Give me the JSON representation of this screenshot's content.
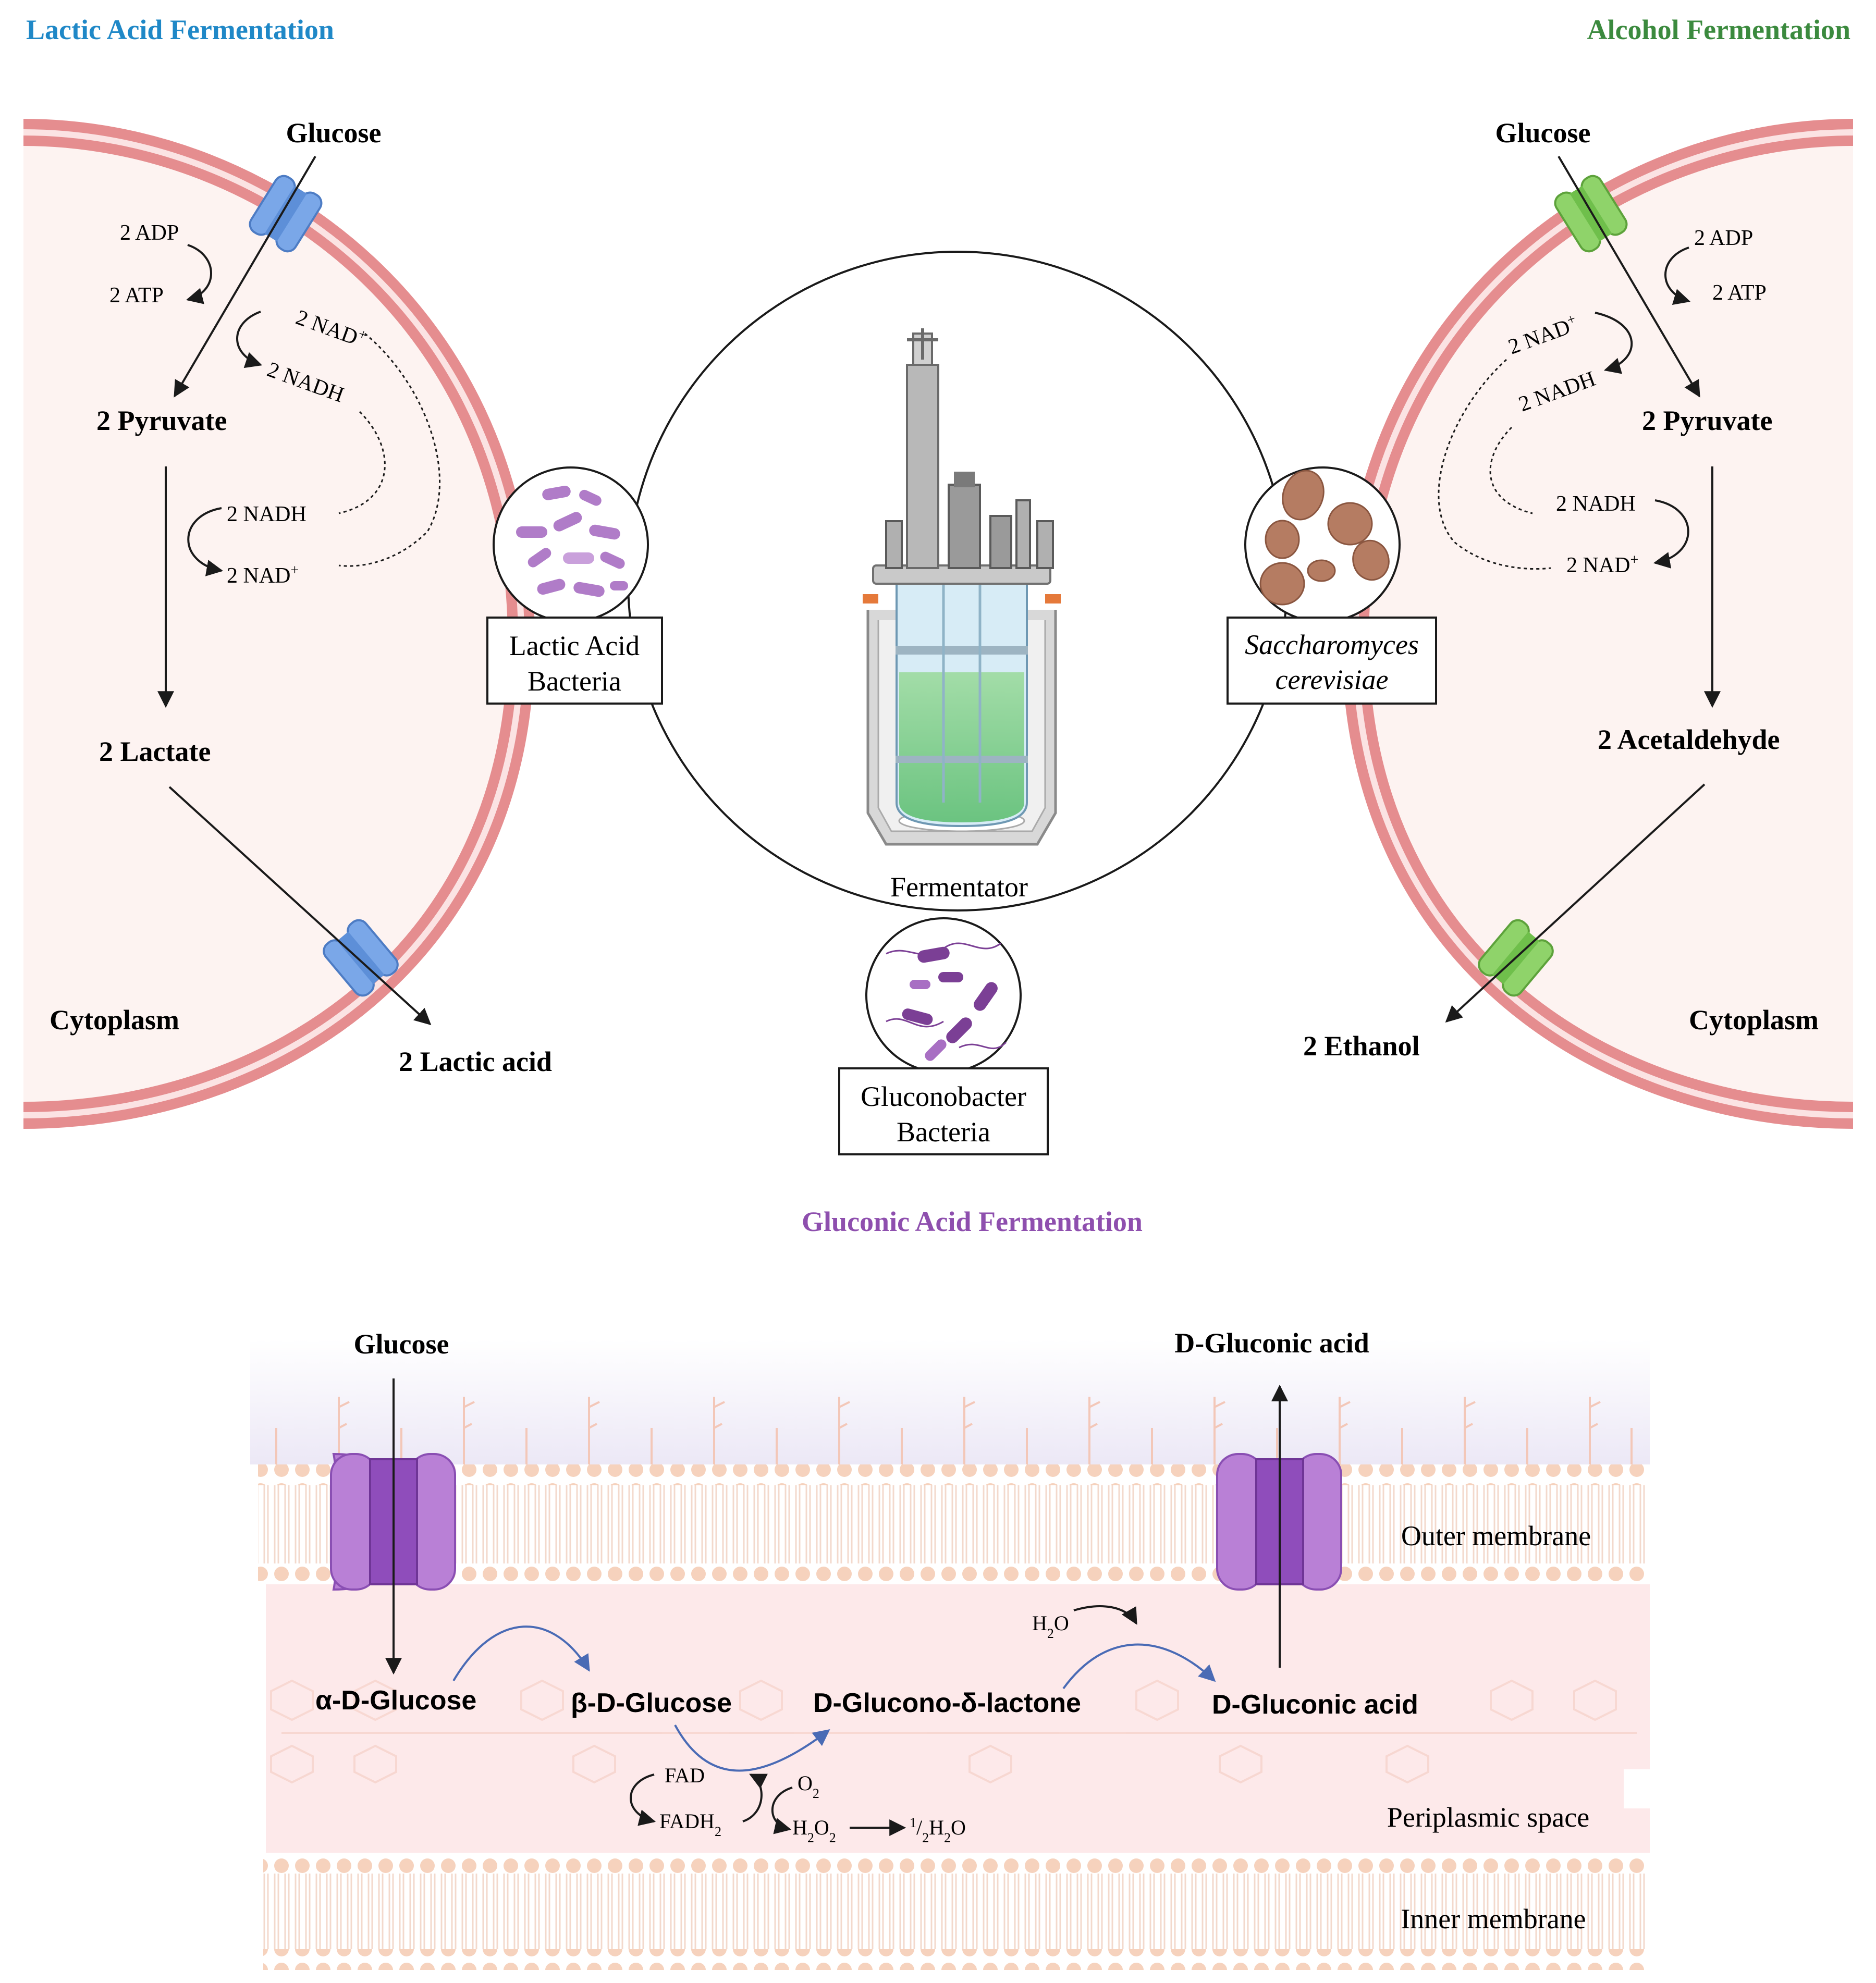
{
  "colors": {
    "lactic_title": "#1f88c7",
    "alcohol_title": "#3b8a3e",
    "gluconic_title": "#8e4fae",
    "membrane": "#e58d8f",
    "cytoplasm_fill": "#fdf3f1",
    "lactic_channel": "#7aa7e8",
    "alcohol_channel": "#8fd36a",
    "gluconic_channel": "#b980d6",
    "gluconic_channel_dark": "#8f4dbb",
    "fermentor_liquid": "#7fcf88",
    "yeast": "#b57c62",
    "bacteria_purple": "#b07cc8",
    "gluconobacter": "#7b3f95",
    "blue_arrow": "#4a6bb5",
    "periplasm_fill": "#fde9ea",
    "lipid": "#f6d2bd"
  },
  "icons": {
    "channel": "membrane-channel-icon",
    "fermentor": "bioreactor-icon",
    "lab": "rod-bacteria-icon",
    "yeast": "yeast-cell-icon",
    "glucono": "flagellated-bacteria-icon"
  },
  "sections": {
    "lactic": {
      "title": "Lactic Acid Fermentation",
      "glucose": "Glucose",
      "adp": "2 ADP",
      "atp": "2 ATP",
      "nad_top": "2 NAD",
      "nadh_top": "2 NADH",
      "pyruvate": "2 Pyruvate",
      "nadh_mid": "2 NADH",
      "nad_mid": "2 NAD",
      "lactate": "2 Lactate",
      "lactic_acid": "2 Lactic acid",
      "cytoplasm": "Cytoplasm",
      "organism_line1": "Lactic Acid",
      "organism_line2": "Bacteria"
    },
    "alcohol": {
      "title": "Alcohol Fermentation",
      "glucose": "Glucose",
      "adp": "2 ADP",
      "atp": "2 ATP",
      "nad_top": "2 NAD",
      "nadh_top": "2 NADH",
      "pyruvate": "2 Pyruvate",
      "nadh_mid": "2 NADH",
      "nad_mid": "2 NAD",
      "acetaldehyde": "2 Acetaldehyde",
      "ethanol": "2 Ethanol",
      "cytoplasm": "Cytoplasm",
      "organism_line1": "Saccharomyces",
      "organism_line2": "cerevisiae"
    },
    "center": {
      "fermentator": "Fermentator",
      "organism_line1": "Gluconobacter",
      "organism_line2": "Bacteria"
    },
    "gluconic": {
      "title": "Gluconic Acid Fermentation",
      "glucose": "Glucose",
      "gluconic_out": "D-Gluconic acid",
      "alpha": "α-D-Glucose",
      "beta": "β-D-Glucose",
      "lactone": "D-Glucono-δ-lactone",
      "gluconic": "D-Gluconic acid",
      "h2o": "H",
      "fad": "FAD",
      "fadh": "FADH",
      "o2": "O",
      "h2o2": "H",
      "half_water": "H",
      "outer": "Outer membrane",
      "periplasm": "Periplasmic space",
      "inner": "Inner membrane"
    }
  }
}
